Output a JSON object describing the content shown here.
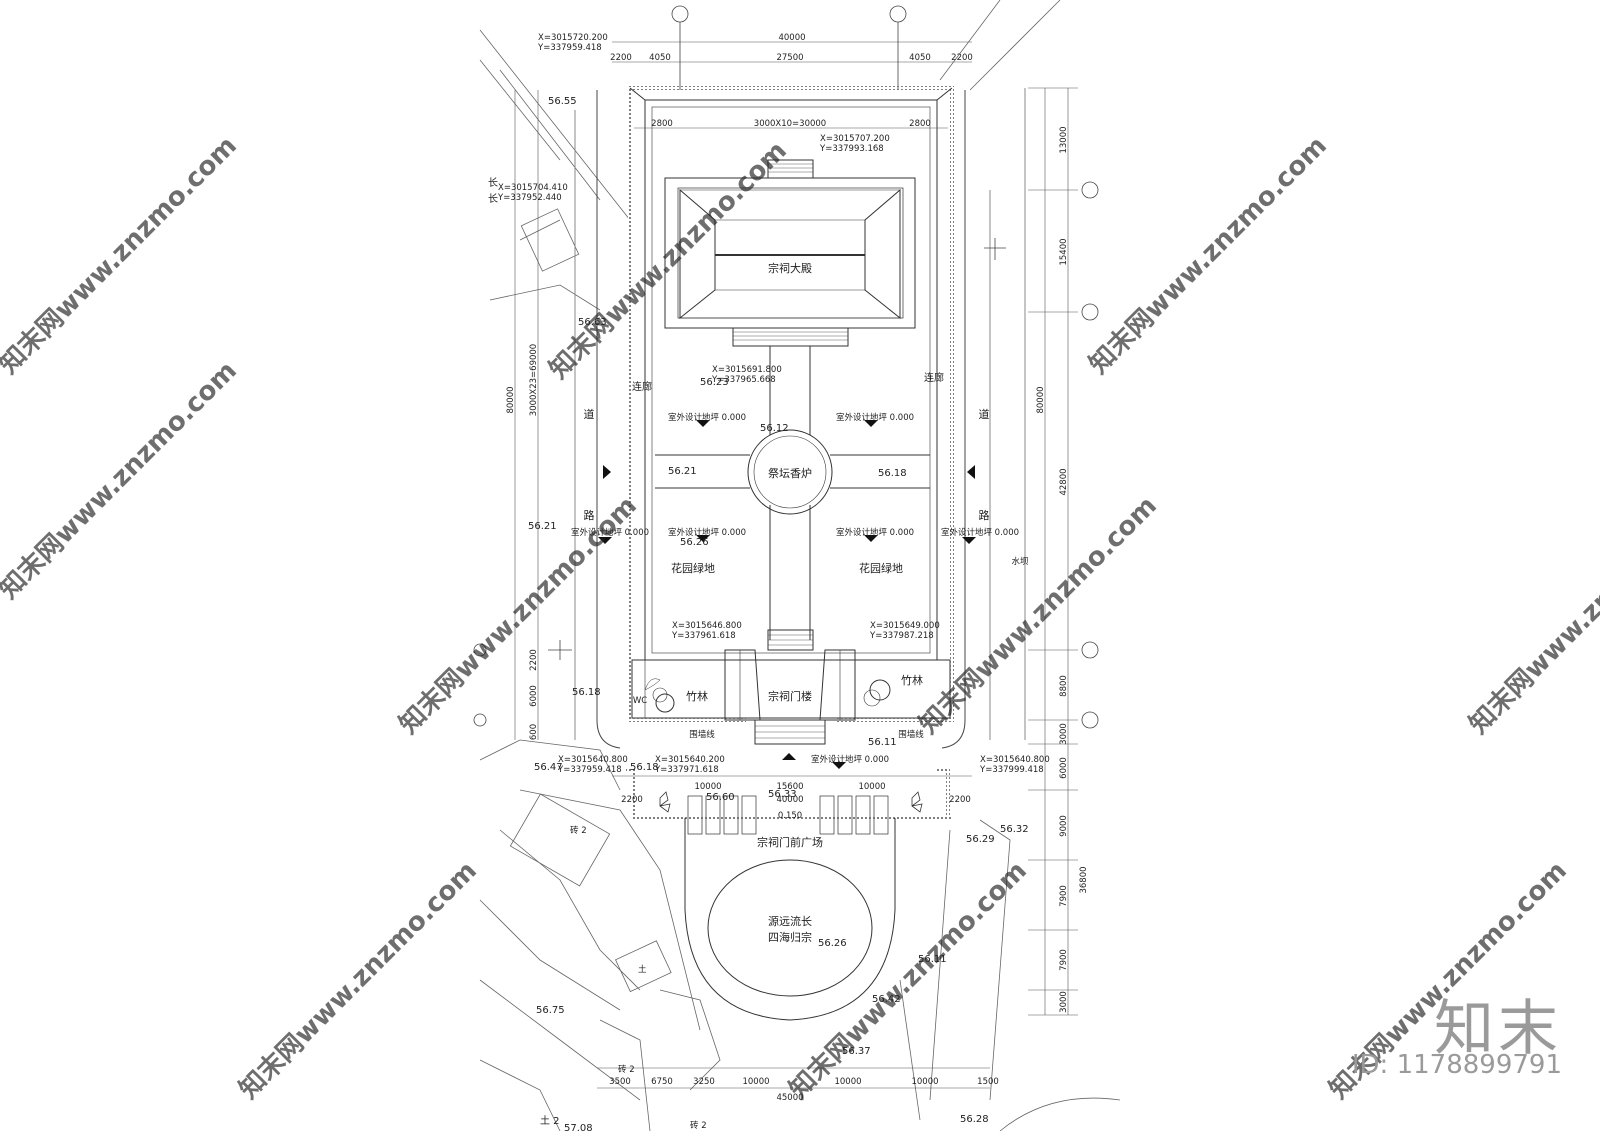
{
  "labels": {
    "main_hall": "宗祠大殿",
    "altar": "祭坛香炉",
    "gate": "宗祠门楼",
    "plaza": "宗祠门前广场",
    "plaza_motto_1": "源远流长",
    "plaza_motto_2": "四海归宗",
    "garden_left": "花园绿地",
    "garden_right": "花园绿地",
    "corridor_left": "连廊",
    "corridor_right": "连廊",
    "bamboo_left": "竹林",
    "bamboo_right": "竹林",
    "wc": "WC",
    "road_1": "道",
    "road_2": "路",
    "wall_line_left": "围墙线",
    "wall_line_right": "围墙线",
    "water_pipe": "水坝",
    "design_grade": "室外设计地坪 0.000",
    "plaza_grade": "0.150",
    "side_char_1": "长",
    "side_char_2": "长",
    "mark_2a": "砖 2",
    "mark_2b": "砖 2",
    "mark_2c": "土 2",
    "mark_2d": "砖 2",
    "mark_tu": "土"
  },
  "dimensions": {
    "top_total": "40000",
    "top_left": "2200",
    "top_a": "4050",
    "top_mid": "27500",
    "top_b": "4050",
    "top_right": "2200",
    "inner_left": "2800",
    "inner_mid": "3000X10=30000",
    "inner_right": "2800",
    "right_1": "13000",
    "right_2": "15400",
    "right_3": "42800",
    "right_4": "8800",
    "right_5": "3000",
    "right_6": "6000",
    "right_7": "9000",
    "right_8": "7900",
    "right_9": "7900",
    "right_10": "3000",
    "right_total": "80000",
    "right_total_2": "36800",
    "left_total": "80000",
    "left_grid": "3000X23=69000",
    "left_a": "2200",
    "left_b": "6000",
    "left_c": "600",
    "mid_left": "10000",
    "mid_center": "15600",
    "mid_right": "10000",
    "mid_total": "40000",
    "mid_edge_l": "2200",
    "mid_edge_r": "2200",
    "bot_1": "3500",
    "bot_2": "6750",
    "bot_3": "3250",
    "bot_4": "10000",
    "bot_5": "10000",
    "bot_6": "10000",
    "bot_7": "1500",
    "bot_total": "45000"
  },
  "coordinates": {
    "c1x": "X=3015720.200",
    "c1y": "Y=337959.418",
    "c2x": "X=3015707.200",
    "c2y": "Y=337993.168",
    "c3x": "X=3015704.410",
    "c3y": "Y=337952.440",
    "c4x": "X=3015691.800",
    "c4y": "Y=337965.668",
    "c5x": "X=3015646.800",
    "c5y": "Y=337961.618",
    "c6x": "X=3015649.000",
    "c6y": "Y=337987.218",
    "c7x": "X=3015640.800",
    "c7y": "Y=337959.418",
    "c8x": "X=3015640.200",
    "c8y": "Y=337971.618",
    "c9x": "X=3015640.800",
    "c9y": "Y=337999.418"
  },
  "elevations": {
    "e1": "56.55",
    "e2": "56.63",
    "e3": "56.23",
    "e4": "56.12",
    "e5": "56.21",
    "e6": "56.18",
    "e7": "56.21",
    "e8": "56.26",
    "e9": "56.18",
    "e10": "56.18",
    "e11": "56.11",
    "e12": "56.47",
    "e13": "56.60",
    "e14": "56.33",
    "e15": "56.29",
    "e16": "56.32",
    "e17": "56.26",
    "e18": "56.11",
    "e19": "56.42",
    "e20": "56.37",
    "e21": "56.75",
    "e22": "57.08",
    "e23": "56.28"
  },
  "branding": {
    "watermark": "知末网www.znzmo.com",
    "logo": "知末",
    "id": "ID: 1178899791"
  },
  "colors": {
    "line": "#333333",
    "light_line": "#777777",
    "watermark": "#cfcfcf"
  }
}
